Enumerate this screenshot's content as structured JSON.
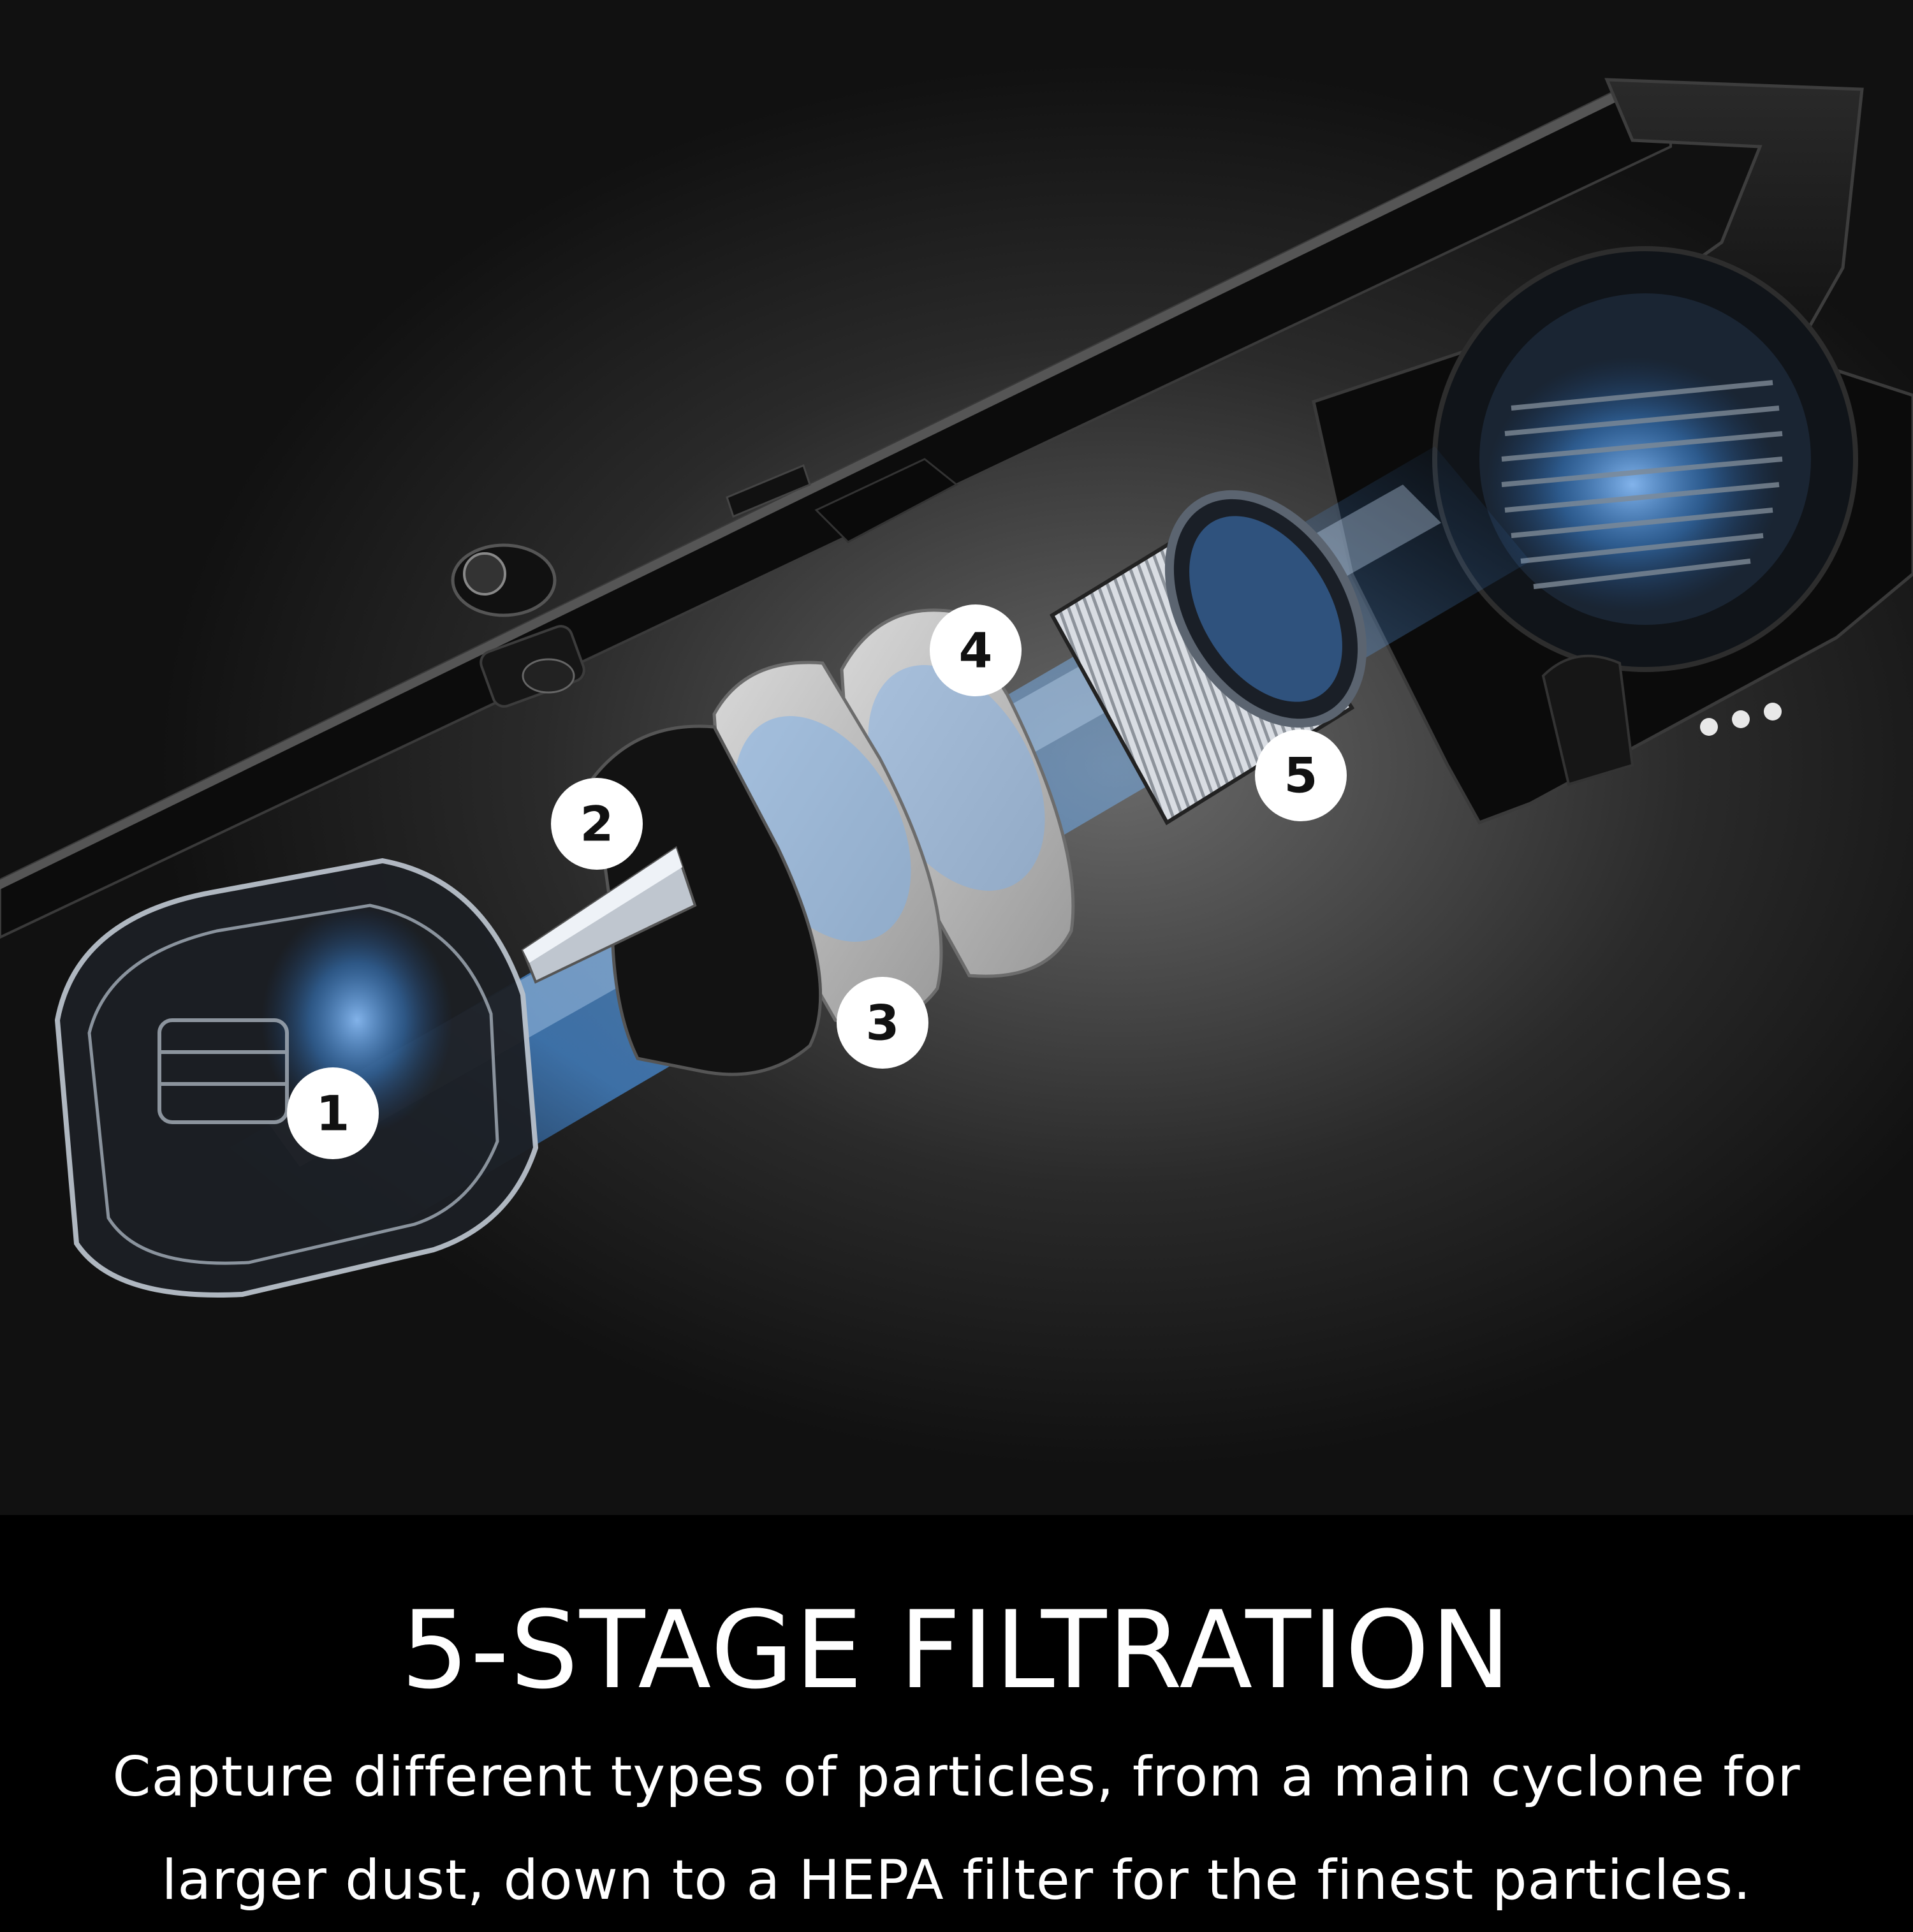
{
  "hero": {
    "accent_color": "#3f8fe6",
    "background_color": "#3a3a3a",
    "stages": [
      {
        "number": "1"
      },
      {
        "number": "2"
      },
      {
        "number": "3"
      },
      {
        "number": "4"
      },
      {
        "number": "5"
      }
    ]
  },
  "caption": {
    "headline": "5-STAGE FILTRATION",
    "lines": [
      "Capture different types of particles, from a main cyclone for",
      "larger dust, down to a HEPA filter for the finest particles."
    ]
  }
}
